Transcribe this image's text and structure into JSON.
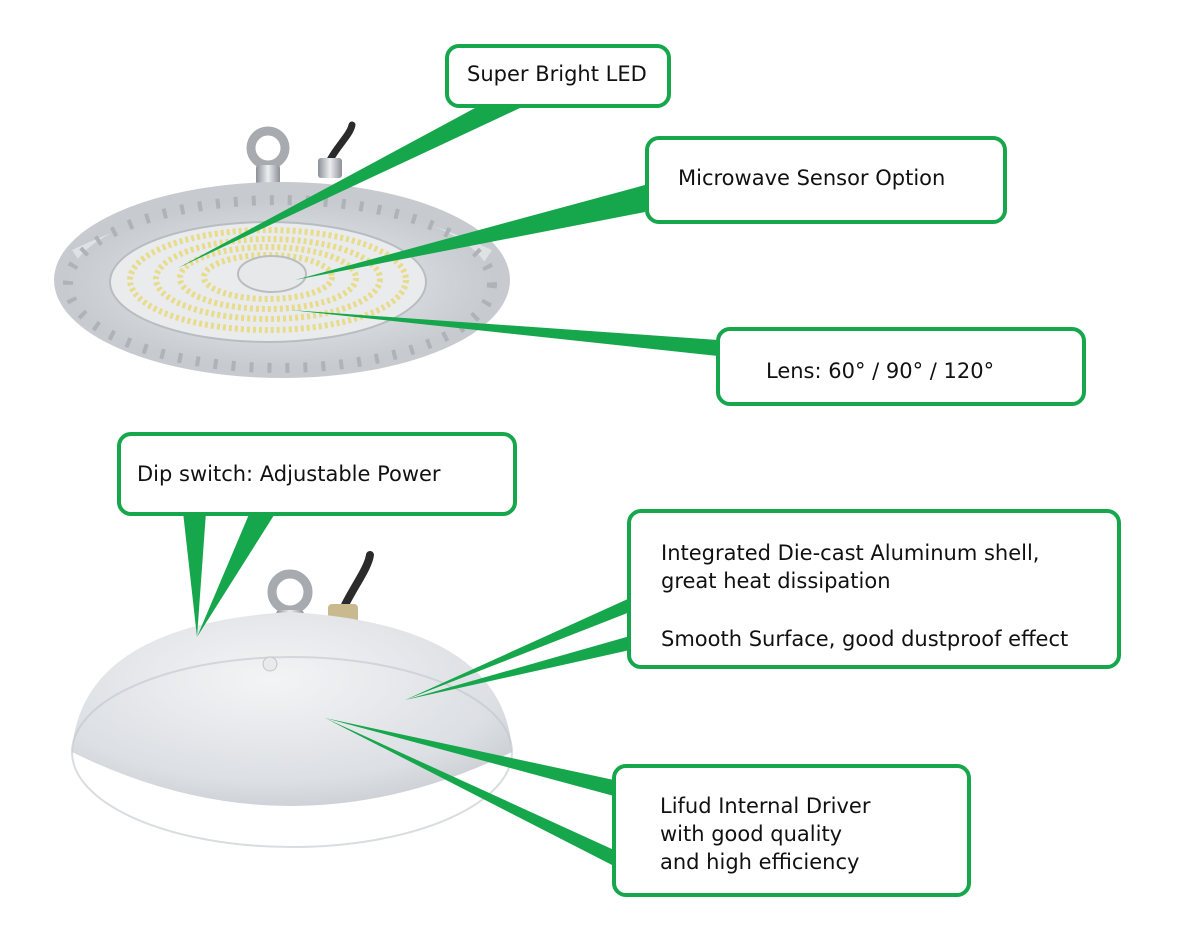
{
  "colors": {
    "accent": "#16a64b",
    "housing": "#d9dde1",
    "led": "#e8dc8a",
    "background": "#ffffff"
  },
  "callouts": {
    "led": "Super Bright LED",
    "sensor": "Microwave Sensor Option",
    "lens": "Lens:  60°  /  90°  /   120°",
    "dip": "Dip switch: Adjustable Power",
    "shell_line1": "Integrated Die-cast Aluminum shell,",
    "shell_line2": "great heat dissipation",
    "shell_line3": "Smooth Surface, good dustproof effect",
    "driver_line1": "Lifud Internal Driver",
    "driver_line2": "with good quality",
    "driver_line3": "and high efficiency"
  },
  "images": {
    "top_view": "ufo-high-bay-front-view",
    "bottom_view": "ufo-high-bay-back-view"
  }
}
